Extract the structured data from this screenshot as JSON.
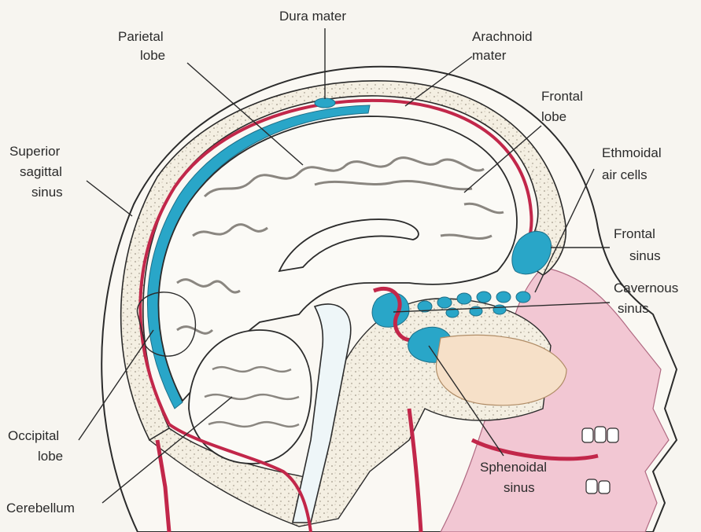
{
  "colors": {
    "background": "#f7f5f0",
    "venous_sinus": "#29a6c8",
    "dura_red": "#c2274a",
    "skin_pink": "#f2c7d3",
    "bone_stipple": "#f4efe2",
    "outline": "#2b2b2b"
  },
  "labels": {
    "dura_mater": [
      "Dura mater"
    ],
    "parietal_lobe": [
      "Parietal",
      "lobe"
    ],
    "arachnoid_mater": [
      "Arachnoid",
      "mater"
    ],
    "frontal_lobe": [
      "Frontal",
      "lobe"
    ],
    "superior_sagittal_sinus": [
      "Superior",
      "sagittal",
      "sinus"
    ],
    "ethmoidal_air_cells": [
      "Ethmoidal",
      "air cells"
    ],
    "frontal_sinus": [
      "Frontal",
      "sinus"
    ],
    "cavernous_sinus": [
      "Cavernous",
      "sinus"
    ],
    "occipital_lobe": [
      "Occipital",
      "lobe"
    ],
    "sphenoidal_sinus": [
      "Sphenoidal",
      "sinus"
    ],
    "cerebellum": [
      "Cerebellum"
    ]
  }
}
